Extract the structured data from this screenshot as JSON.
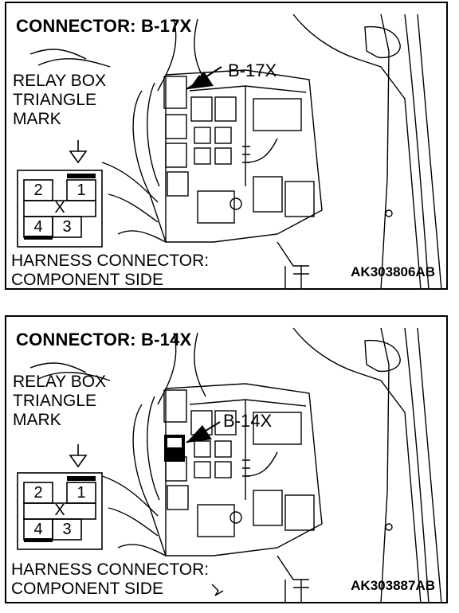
{
  "panels": [
    {
      "title": "CONNECTOR: B-17X",
      "pointer_label": "B-17X",
      "relay_lines": [
        "RELAY BOX",
        "TRIANGLE",
        "MARK"
      ],
      "harness_lines": [
        "HARNESS CONNECTOR:",
        "COMPONENT SIDE"
      ],
      "code": "AK303806AB",
      "pins": [
        "2",
        "1",
        "X",
        "4",
        "3"
      ]
    },
    {
      "title": "CONNECTOR: B-14X",
      "pointer_label": "B-14X",
      "relay_lines": [
        "RELAY BOX",
        "TRIANGLE",
        "MARK"
      ],
      "harness_lines": [
        "HARNESS CONNECTOR:",
        "COMPONENT SIDE"
      ],
      "code": "AK303887AB",
      "pins": [
        "2",
        "1",
        "X",
        "4",
        "3"
      ]
    }
  ]
}
